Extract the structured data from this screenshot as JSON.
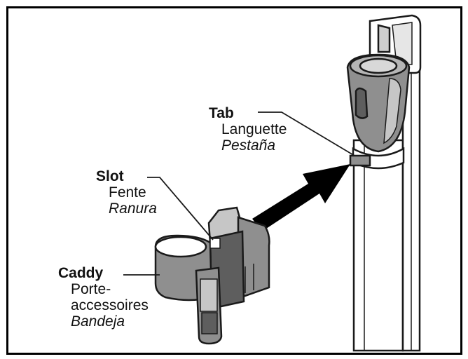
{
  "labels": {
    "tab": {
      "en": "Tab",
      "fr": "Languette",
      "es": "Pestaña"
    },
    "slot": {
      "en": "Slot",
      "fr": "Fente",
      "es": "Ranura"
    },
    "caddy": {
      "en": "Caddy",
      "fr_line1": "Porte-",
      "fr_line2": "accessoires",
      "es": "Bandeja"
    }
  },
  "colors": {
    "part_fill": "#8f8f8f",
    "part_dark": "#5e5e5e",
    "part_light": "#c6c6c6",
    "outline": "#1a1a1a",
    "arrow": "#000000"
  }
}
